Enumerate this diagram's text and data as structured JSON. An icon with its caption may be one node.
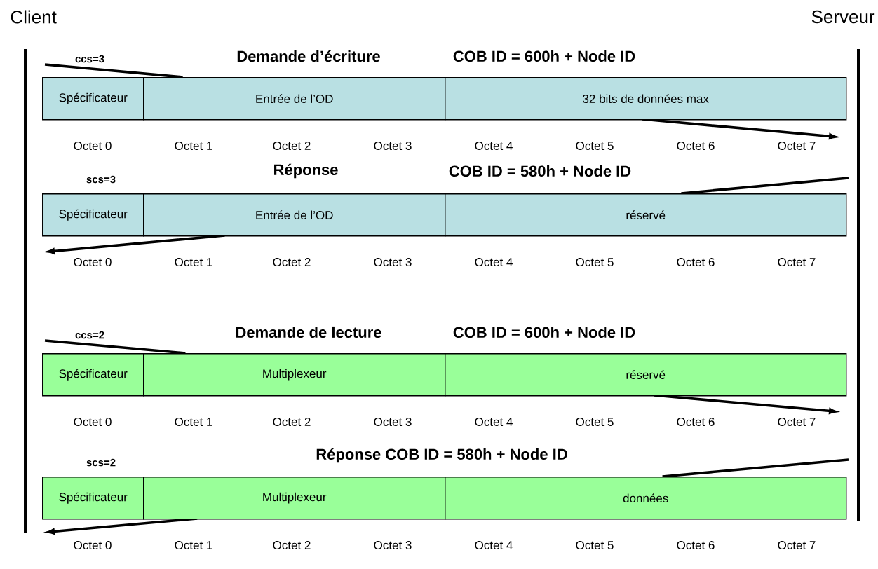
{
  "diagram": {
    "nodes": [
      {
        "text": [
          "Client"
        ]
      },
      {
        "text": [
          "Serveur"
        ]
      },
      {
        "text": [
          "Spécificateur"
        ]
      },
      {
        "text": [
          "Entrée de l’OD"
        ]
      },
      {
        "text": [
          "32 bits de données max"
        ]
      },
      {
        "text": [
          "Spécificateur"
        ]
      },
      {
        "text": [
          "Entrée de l’OD"
        ]
      },
      {
        "text": [
          "réservé"
        ]
      },
      {
        "text": [
          "Spécificateur"
        ]
      },
      {
        "text": [
          "Multiplexeur"
        ]
      },
      {
        "text": [
          "réservé"
        ]
      },
      {
        "text": [
          "Spécificateur"
        ]
      },
      {
        "text": [
          "Multiplexeur"
        ]
      },
      {
        "text": [
          "données"
        ]
      }
    ],
    "labels": [
      "ccs=3",
      "Demande d’écriture",
      "COB ID = 600h + Node ID",
      "Octet 0",
      "Octet 1",
      "Octet 2",
      "Octet 3",
      "Octet 4",
      "Octet 5",
      "Octet 6",
      "Octet 7",
      "scs=3",
      "Réponse",
      "COB ID = 580h + Node ID",
      "Octet 0",
      "Octet 1",
      "Octet 2",
      "Octet 3",
      "Octet 4",
      "Octet 5",
      "Octet 6",
      "Octet 7",
      "ccs=2",
      "Demande de lecture",
      "COB ID = 600h + Node ID",
      "Octet 0",
      "Octet 1",
      "Octet 2",
      "Octet 3",
      "Octet 4",
      "Octet 5",
      "Octet 6",
      "Octet 7",
      "scs=2",
      "Réponse COB ID = 580h + Node ID",
      "Octet 0",
      "Octet 1",
      "Octet 2",
      "Octet 3",
      "Octet 4",
      "Octet 5",
      "Octet 6",
      "Octet 7"
    ]
  }
}
